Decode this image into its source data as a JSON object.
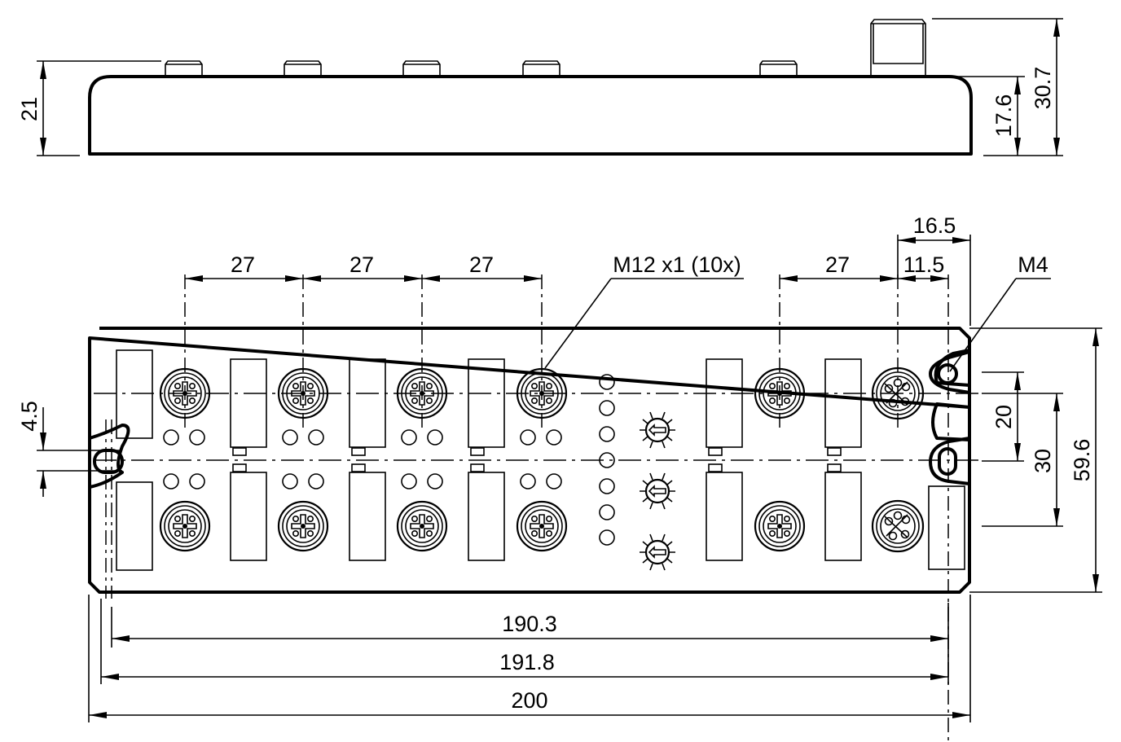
{
  "drawing": {
    "subject": "IO-Link / fieldbus module with M12 connectors — side view and top view",
    "side_view": {
      "dimensions": {
        "body_height": "21",
        "body_height_right": "17.6",
        "total_height": "30.7"
      }
    },
    "top_view": {
      "dimensions": {
        "pitch_1": "27",
        "pitch_2": "27",
        "pitch_3": "27",
        "pitch_4": "27",
        "last_to_hole": "11.5",
        "hole_to_edge": "16.5",
        "slot_width": "4.5",
        "hole_spacing": "20",
        "hole_to_bottom": "30",
        "overall_width": "59.6",
        "hole_center_distance": "190.3",
        "slot_center_distance": "191.8",
        "overall_length": "200"
      },
      "callouts": {
        "connectors": "M12 x1 (10x)",
        "mounting_hole": "M4"
      },
      "counts": {
        "m12_connectors": 10,
        "status_leds_column": 7,
        "rotary_switches": 3
      }
    }
  }
}
